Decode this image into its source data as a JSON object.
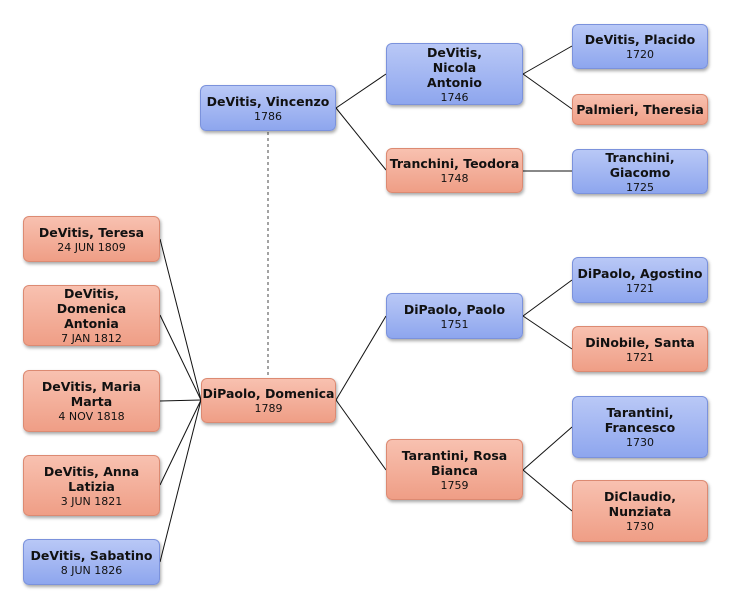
{
  "people": [
    {
      "id": "vincenzo",
      "name": "DeVitis, Vincenzo",
      "date": "1786",
      "sex": "male"
    },
    {
      "id": "nicola",
      "name": "DeVitis, Nicola Antonio",
      "date": "1746",
      "sex": "male"
    },
    {
      "id": "placido",
      "name": "DeVitis, Placido",
      "date": "1720",
      "sex": "male"
    },
    {
      "id": "theresia",
      "name": "Palmieri, Theresia",
      "date": "",
      "sex": "female"
    },
    {
      "id": "teodora",
      "name": "Tranchini, Teodora",
      "date": "1748",
      "sex": "female"
    },
    {
      "id": "giacomo",
      "name": "Tranchini, Giacomo",
      "date": "1725",
      "sex": "male"
    },
    {
      "id": "domenica",
      "name": "DiPaolo, Domenica",
      "date": "1789",
      "sex": "female"
    },
    {
      "id": "paolo",
      "name": "DiPaolo, Paolo",
      "date": "1751",
      "sex": "male"
    },
    {
      "id": "agostino",
      "name": "DiPaolo, Agostino",
      "date": "1721",
      "sex": "male"
    },
    {
      "id": "santa",
      "name": "DiNobile, Santa",
      "date": "1721",
      "sex": "female"
    },
    {
      "id": "rosa",
      "name": "Tarantini, Rosa Bianca",
      "date": "1759",
      "sex": "female"
    },
    {
      "id": "francesco",
      "name": "Tarantini, Francesco",
      "date": "1730",
      "sex": "male"
    },
    {
      "id": "nunziata",
      "name": "DiClaudio, Nunziata",
      "date": "1730",
      "sex": "female"
    },
    {
      "id": "teresa",
      "name": "DeVitis, Teresa",
      "date": "24 JUN 1809",
      "sex": "female"
    },
    {
      "id": "domenica_antonia",
      "name": "DeVitis, Domenica Antonia",
      "date": "7 JAN 1812",
      "sex": "female"
    },
    {
      "id": "maria_marta",
      "name": "DeVitis, Maria Marta",
      "date": "4 NOV 1818",
      "sex": "female"
    },
    {
      "id": "anna_latizia",
      "name": "DeVitis, Anna Latizia",
      "date": "3 JUN 1821",
      "sex": "female"
    },
    {
      "id": "sabatino",
      "name": "DeVitis, Sabatino",
      "date": "8 JUN 1826",
      "sex": "male"
    }
  ]
}
